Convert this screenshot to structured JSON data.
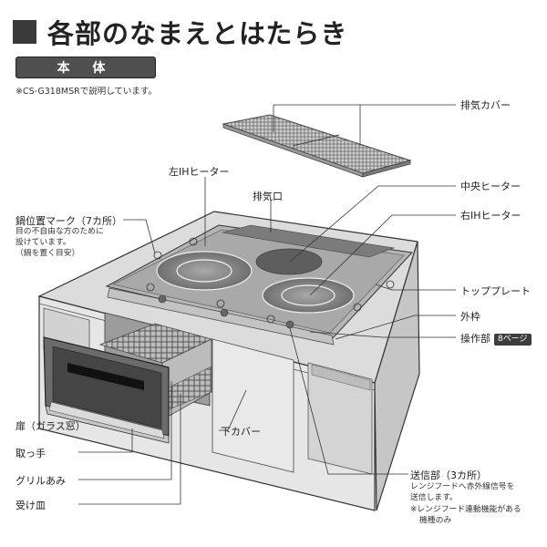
{
  "header": {
    "title": "各部のなまえとはたらき"
  },
  "section": {
    "label": "本 体"
  },
  "note": "※CS-G318MSRで説明しています。",
  "labels": {
    "exhaust_cover": "排気カバー",
    "left_ih": "左IHヒーター",
    "exhaust_port": "排気口",
    "center_heater": "中央ヒーター",
    "right_ih": "右IHヒーター",
    "pot_mark": "鍋位置マーク（7カ所）",
    "pot_mark_desc_1": "目の不自由な方のために",
    "pot_mark_desc_2": "設けています。",
    "pot_mark_desc_3": "（鍋を置く目安）",
    "top_plate": "トッププレート",
    "outer_frame": "外枠",
    "control_panel": "操作部",
    "control_page": "8ページ",
    "door": "扉（ガラス窓）",
    "handle": "取っ手",
    "lower_cover": "下カバー",
    "grill_net": "グリルあみ",
    "tray": "受け皿",
    "transmitter": "送信部（3カ所）",
    "transmitter_desc_1": "レンジフードへ赤外線信号を",
    "transmitter_desc_2": "送信します。",
    "transmitter_desc_3": "※レンジフード連動機能がある",
    "transmitter_desc_4": "機種のみ"
  }
}
